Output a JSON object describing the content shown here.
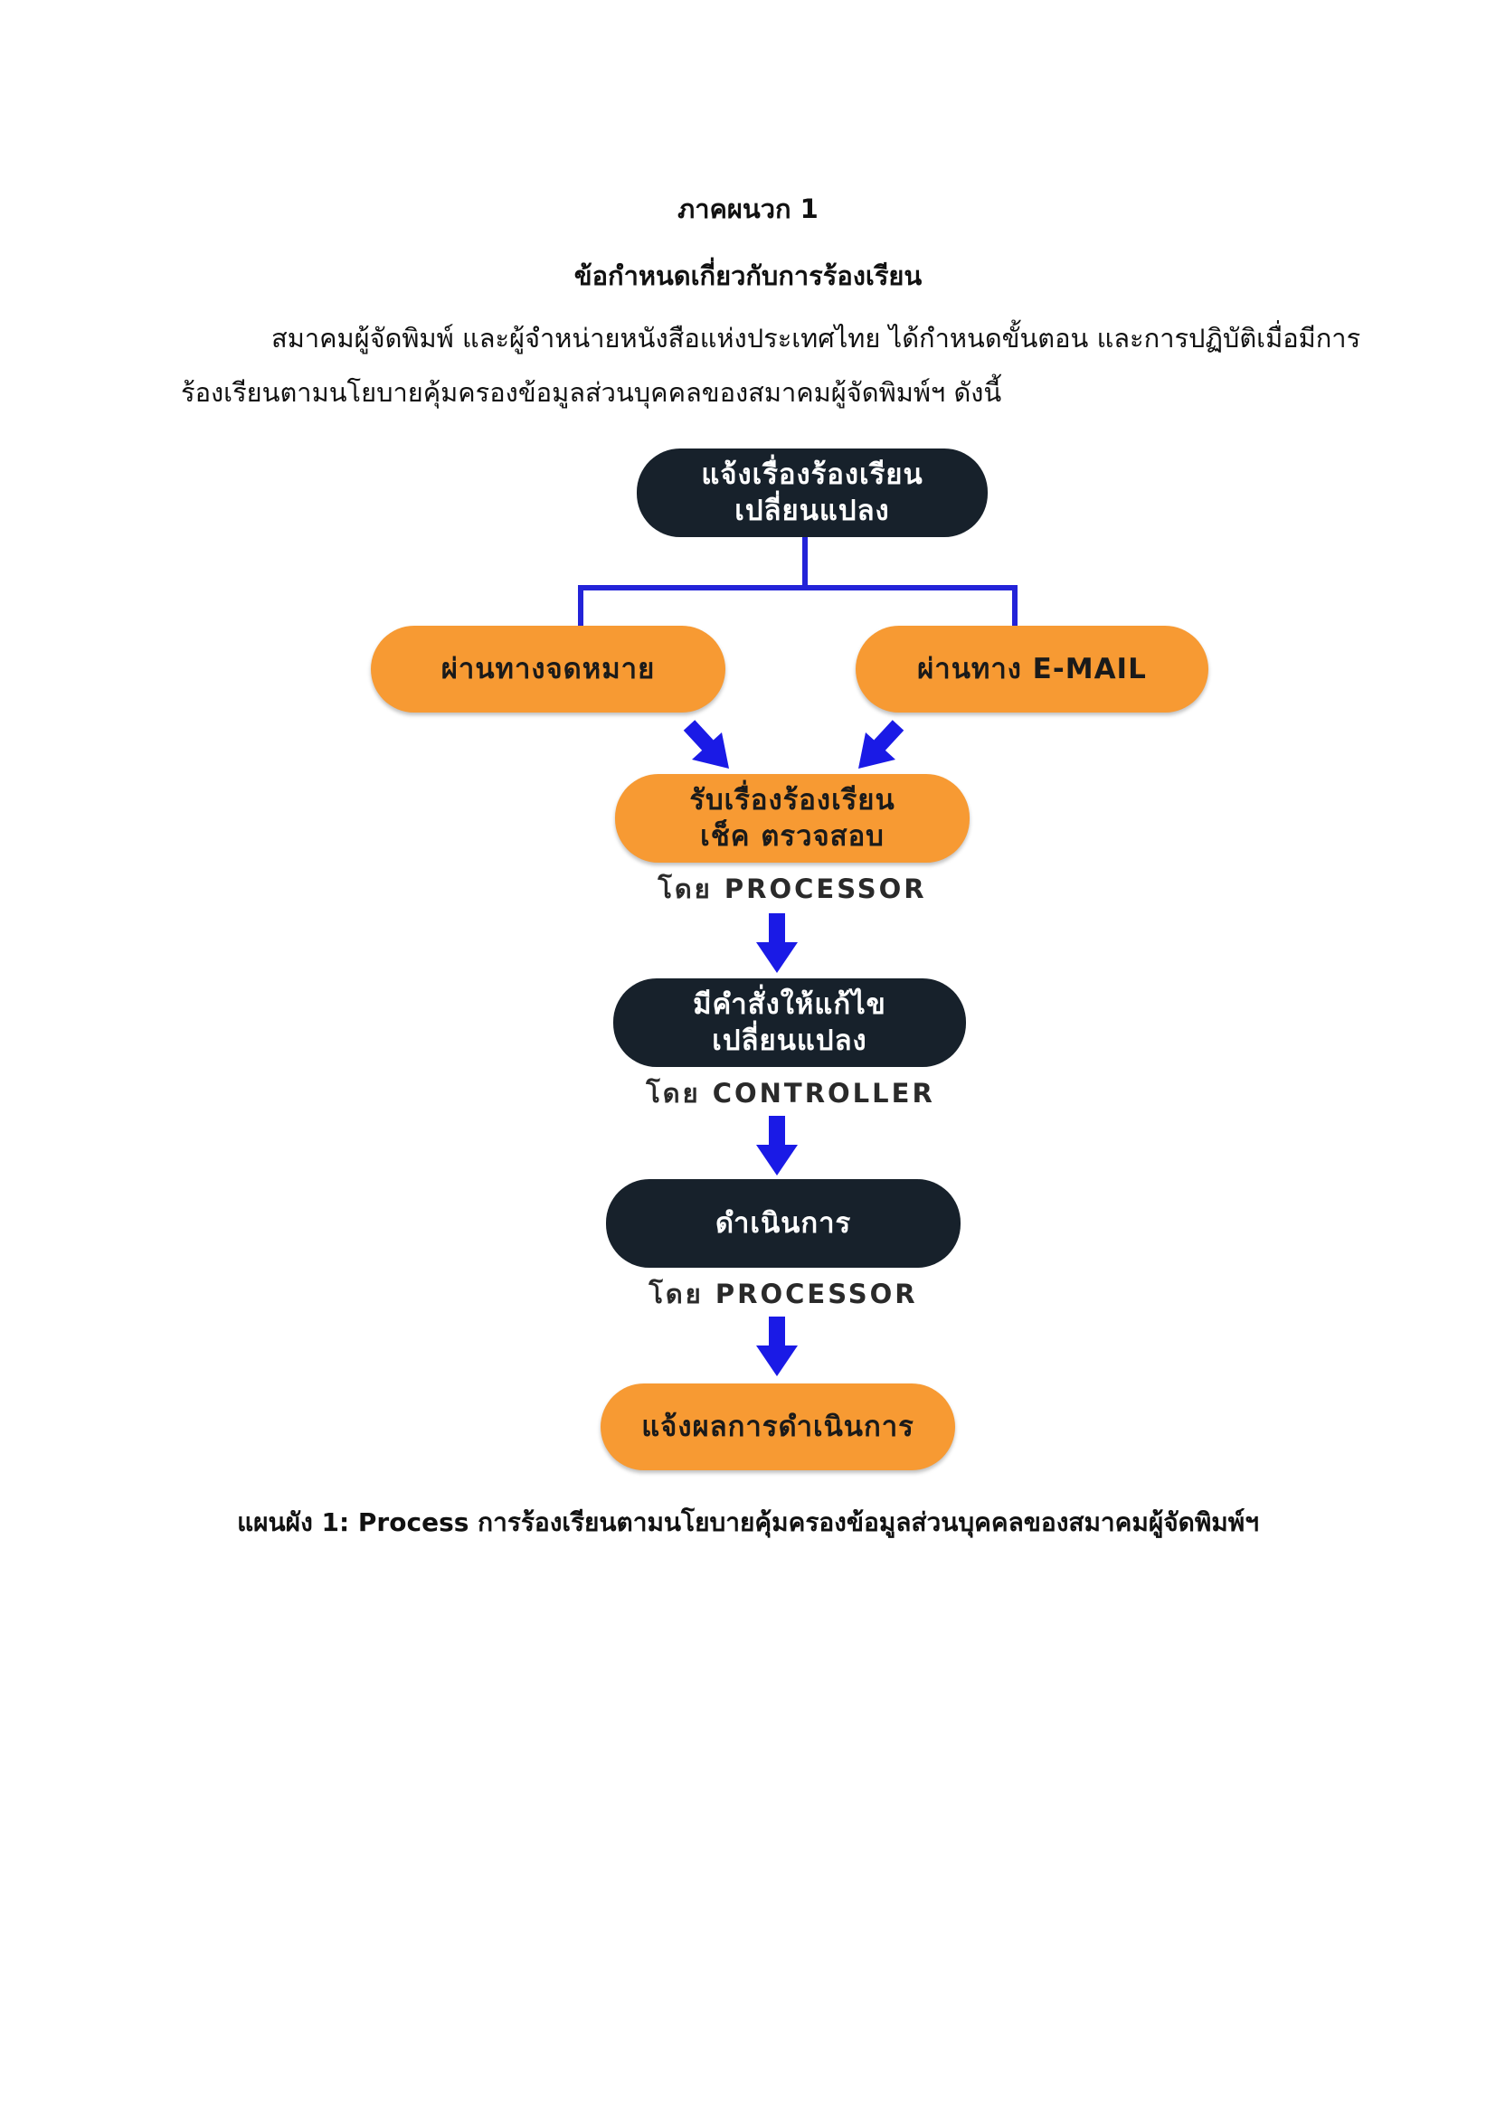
{
  "appendix_title": "ภาคผนวก 1",
  "section_title": "ข้อกำหนดเกี่ยวกับการร้องเรียน",
  "intro": {
    "line1": "สมาคมผู้จัดพิมพ์ และผู้จำหน่ายหนังสือแห่งประเทศไทย ได้กำหนดขั้นตอน และการปฏิบัติเมื่อมีการ",
    "line2": "ร้องเรียนตามนโยบายคุ้มครองข้อมูลส่วนบุคคลของสมาคมผู้จัดพิมพ์ฯ ดังนี้"
  },
  "flowchart": {
    "start": {
      "line1": "แจ้งเรื่องร้องเรียน",
      "line2": "เปลี่ยนแปลง"
    },
    "channel_mail": "ผ่านทางจดหมาย",
    "channel_email": "ผ่านทาง E-MAIL",
    "receive": {
      "line1": "รับเรื่องร้องเรียน",
      "line2": "เช็ค ตรวจสอบ",
      "by": "โดย PROCESSOR"
    },
    "order": {
      "line1": "มีคำสั่งให้แก้ไข",
      "line2": "เปลี่ยนแปลง",
      "by": "โดย CONTROLLER"
    },
    "execute": {
      "label": "ดำเนินการ",
      "by": "โดย PROCESSOR"
    },
    "notify": "แจ้งผลการดำเนินการ",
    "colors": {
      "dark": "#17212b",
      "orange": "#f79a33",
      "arrow": "#1a1ae6",
      "connector": "#2323d8"
    }
  },
  "caption": "แผนผัง 1: Process การร้องเรียนตามนโยบายคุ้มครองข้อมูลส่วนบุคคลของสมาคมผู้จัดพิมพ์ฯ"
}
